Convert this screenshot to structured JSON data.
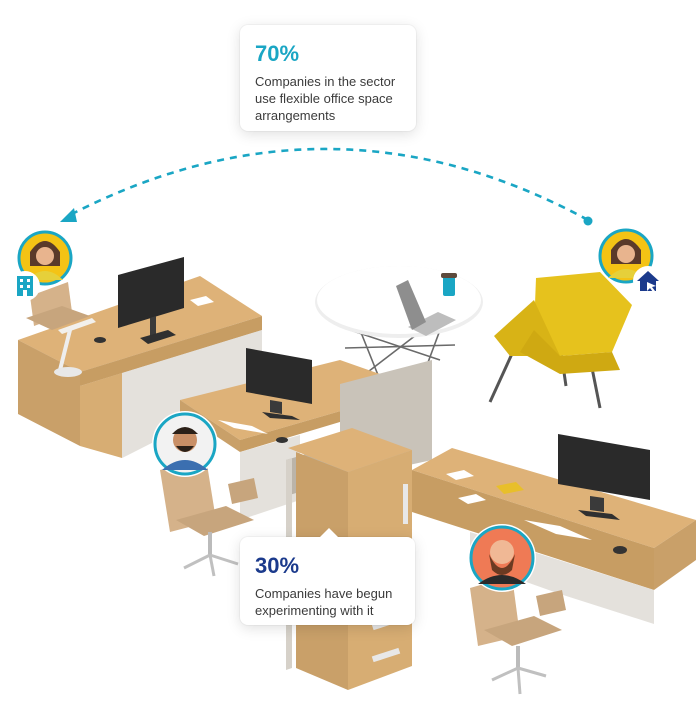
{
  "callouts": {
    "top": {
      "percent": "70%",
      "line1": "Companies in the sector",
      "line2": "use flexible office space",
      "line3": "arrangements",
      "accent": "#1aa6c4"
    },
    "bottom": {
      "percent": "30%",
      "line1": "Companies have begun",
      "line2": "experimenting with it",
      "accent": "#1b3a8c"
    }
  },
  "icons": {
    "office": "building-icon",
    "home": "home-cursor-icon",
    "connector": "dashed-arc-arrow"
  },
  "colors": {
    "teal": "#1aa6c4",
    "navy": "#1b3a8c",
    "yellow_avatar_bg": "#f4c315",
    "orange_avatar_bg": "#ef7a55",
    "desk_top": "#deb278",
    "desk_front": "#c9a069",
    "cabinet": "#e8e5e0",
    "chair_yellow": "#e6c21d"
  }
}
